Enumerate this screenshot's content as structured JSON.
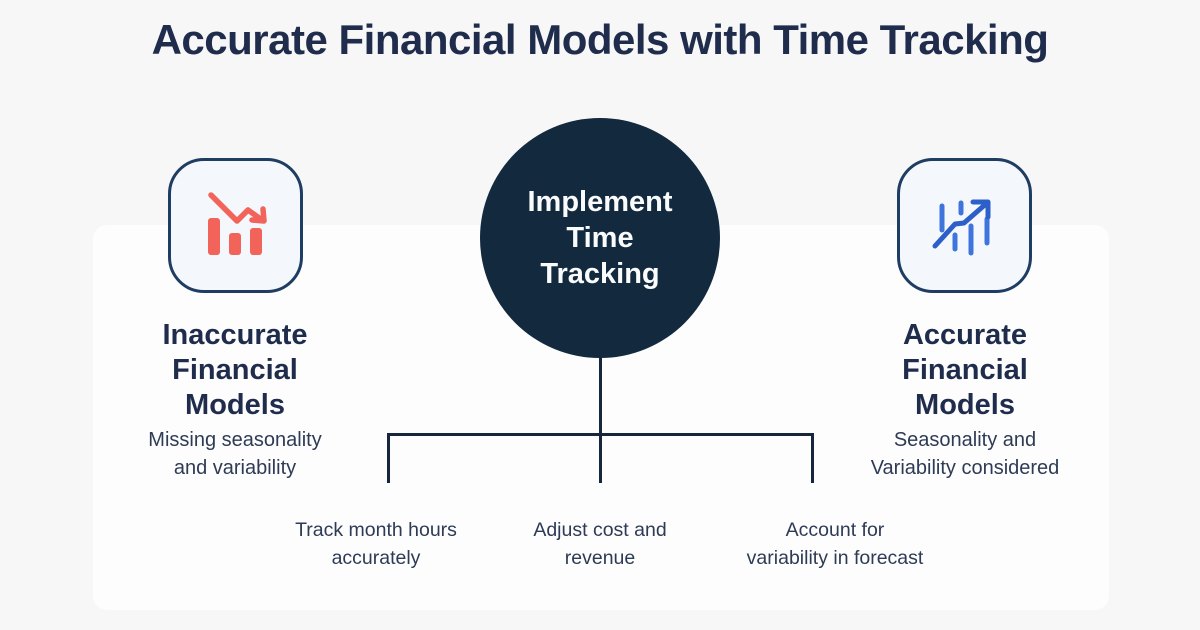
{
  "title": "Accurate Financial Models with Time Tracking",
  "left": {
    "icon": "declining-bar-chart-icon",
    "heading": "Inaccurate\nFinancial\nModels",
    "subtitle": "Missing seasonality\nand variability"
  },
  "center": {
    "circle_label": "Implement\nTime\nTracking"
  },
  "right": {
    "icon": "rising-trend-chart-icon",
    "heading": "Accurate\nFinancial\nModels",
    "subtitle": "Seasonality and\nVariability considered"
  },
  "branches": [
    {
      "label": "Track month hours\naccurately"
    },
    {
      "label": "Adjust cost and\nrevenue"
    },
    {
      "label": "Account for\nvariability in forecast"
    }
  ],
  "colors": {
    "page_bg": "#f7f7f8",
    "panel_bg": "#fdfdfe",
    "heading_text": "#1f2c4c",
    "body_text": "#2e3b55",
    "circle_fill": "#13293e",
    "circle_text": "#fafbfc",
    "connector_line": "#16263d",
    "accent_red": "#f2635a",
    "accent_blue_dark": "#2d5fc8",
    "accent_blue_light": "#3f74dd",
    "tile_bg": "#f4f8fc",
    "tile_border": "#1f3d63"
  }
}
